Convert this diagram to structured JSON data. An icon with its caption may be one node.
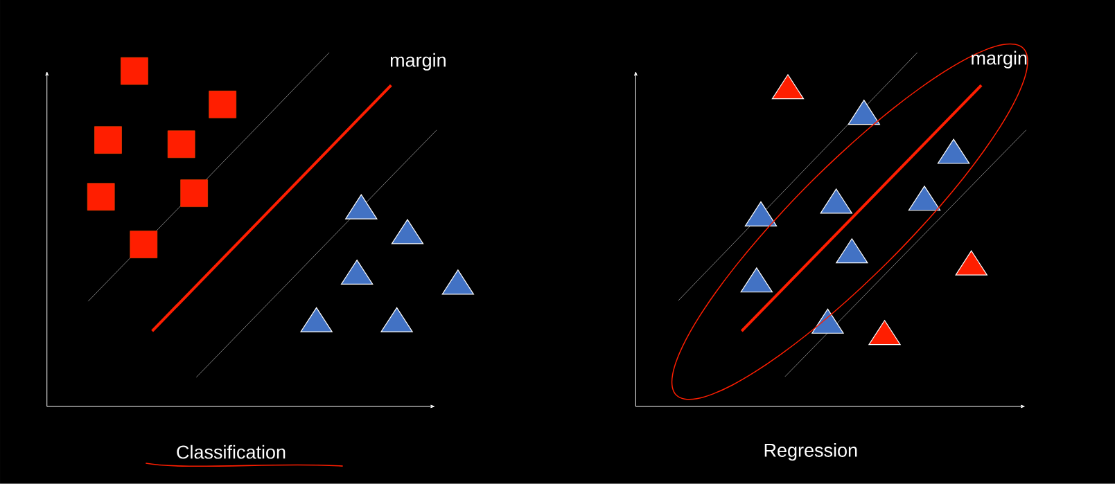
{
  "diagram": {
    "labels": [
      "margin",
      "margin",
      "Classification",
      "Regression"
    ]
  }
}
